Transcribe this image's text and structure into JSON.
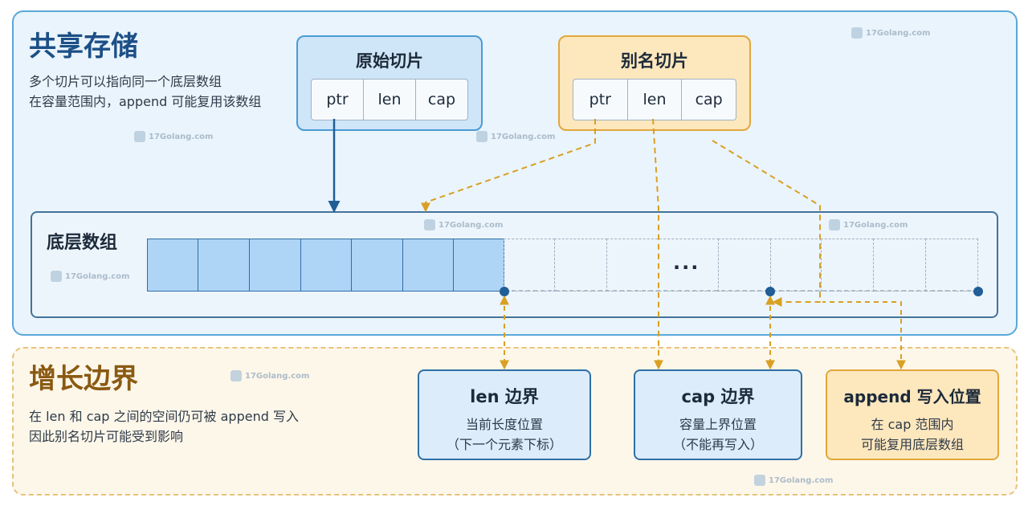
{
  "top": {
    "title": "共享存储",
    "desc1": "多个切片可以指向同一个底层数组",
    "desc2": "在容量范围内，append 可能复用该数组"
  },
  "original_slice": {
    "title": "原始切片",
    "fields": [
      "ptr",
      "len",
      "cap"
    ]
  },
  "alias_slice": {
    "title": "别名切片",
    "fields": [
      "ptr",
      "len",
      "cap"
    ]
  },
  "array": {
    "title": "底层数组",
    "ellipsis": "...",
    "used_cells": 7
  },
  "bottom": {
    "title": "增长边界",
    "desc1": "在 len 和 cap 之间的空间仍可被 append 写入",
    "desc2": "因此别名切片可能受到影响"
  },
  "len_box": {
    "title": "len 边界",
    "line1": "当前长度位置",
    "line2": "（下一个元素下标）"
  },
  "cap_box": {
    "title": "cap 边界",
    "line1": "容量上界位置",
    "line2": "（不能再写入）"
  },
  "append_box": {
    "title": "append 写入位置",
    "line1": "在 cap 范围内",
    "line2": "可能复用底层数组"
  },
  "watermark": "17Golang.com",
  "colors": {
    "blue": "#2f6fa6",
    "orange": "#d9a024",
    "dot": "#1f5e96"
  }
}
